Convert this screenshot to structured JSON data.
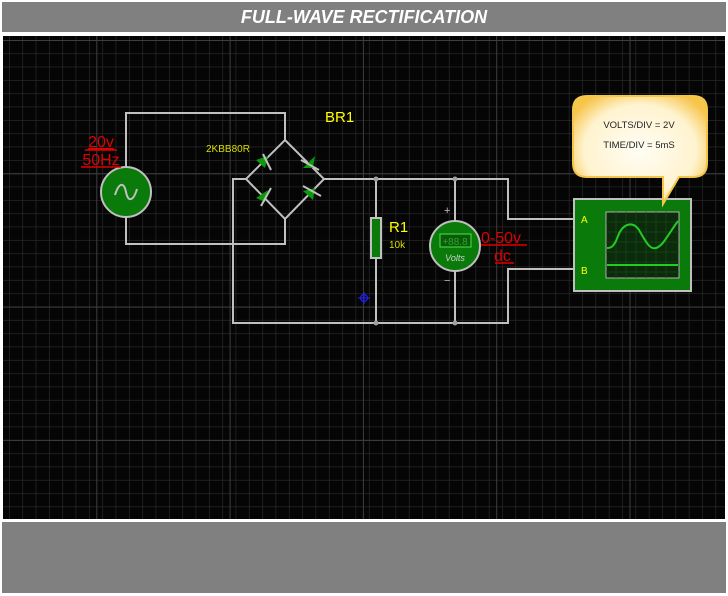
{
  "title": "FULL-WAVE RECTIFICATION",
  "colors": {
    "background_grid": "#050505",
    "grid_minor": "#2e2e2e",
    "grid_major": "#3c3c3c",
    "wire": "#c0c0c0",
    "component_fill": "#0a7a0a",
    "label_yellow": "#ffff00",
    "label_red": "#e00000",
    "panel_gray": "#808080",
    "callout_fill": "#fff6d8",
    "callout_glow": "#f3c64a"
  },
  "components": {
    "ac_source": {
      "voltage_label": "20v",
      "frequency_label": "50Hz",
      "symbol": "sine-wave-icon"
    },
    "bridge_rectifier": {
      "ref": "BR1",
      "part": "2KBB80R"
    },
    "resistor": {
      "ref": "R1",
      "value": "10k"
    },
    "voltmeter": {
      "display": "+88.8",
      "unit_label": "Volts",
      "plus": "+",
      "minus": "−",
      "range_label_line1": "0-50v",
      "range_label_line2": "dc"
    },
    "oscilloscope": {
      "channel_a": "A",
      "channel_b": "B",
      "callout_line1": "VOLTS/DIV = 2V",
      "callout_line2": "TIME/DIV = 5mS"
    },
    "ground_marker": "crosshair-marker"
  }
}
